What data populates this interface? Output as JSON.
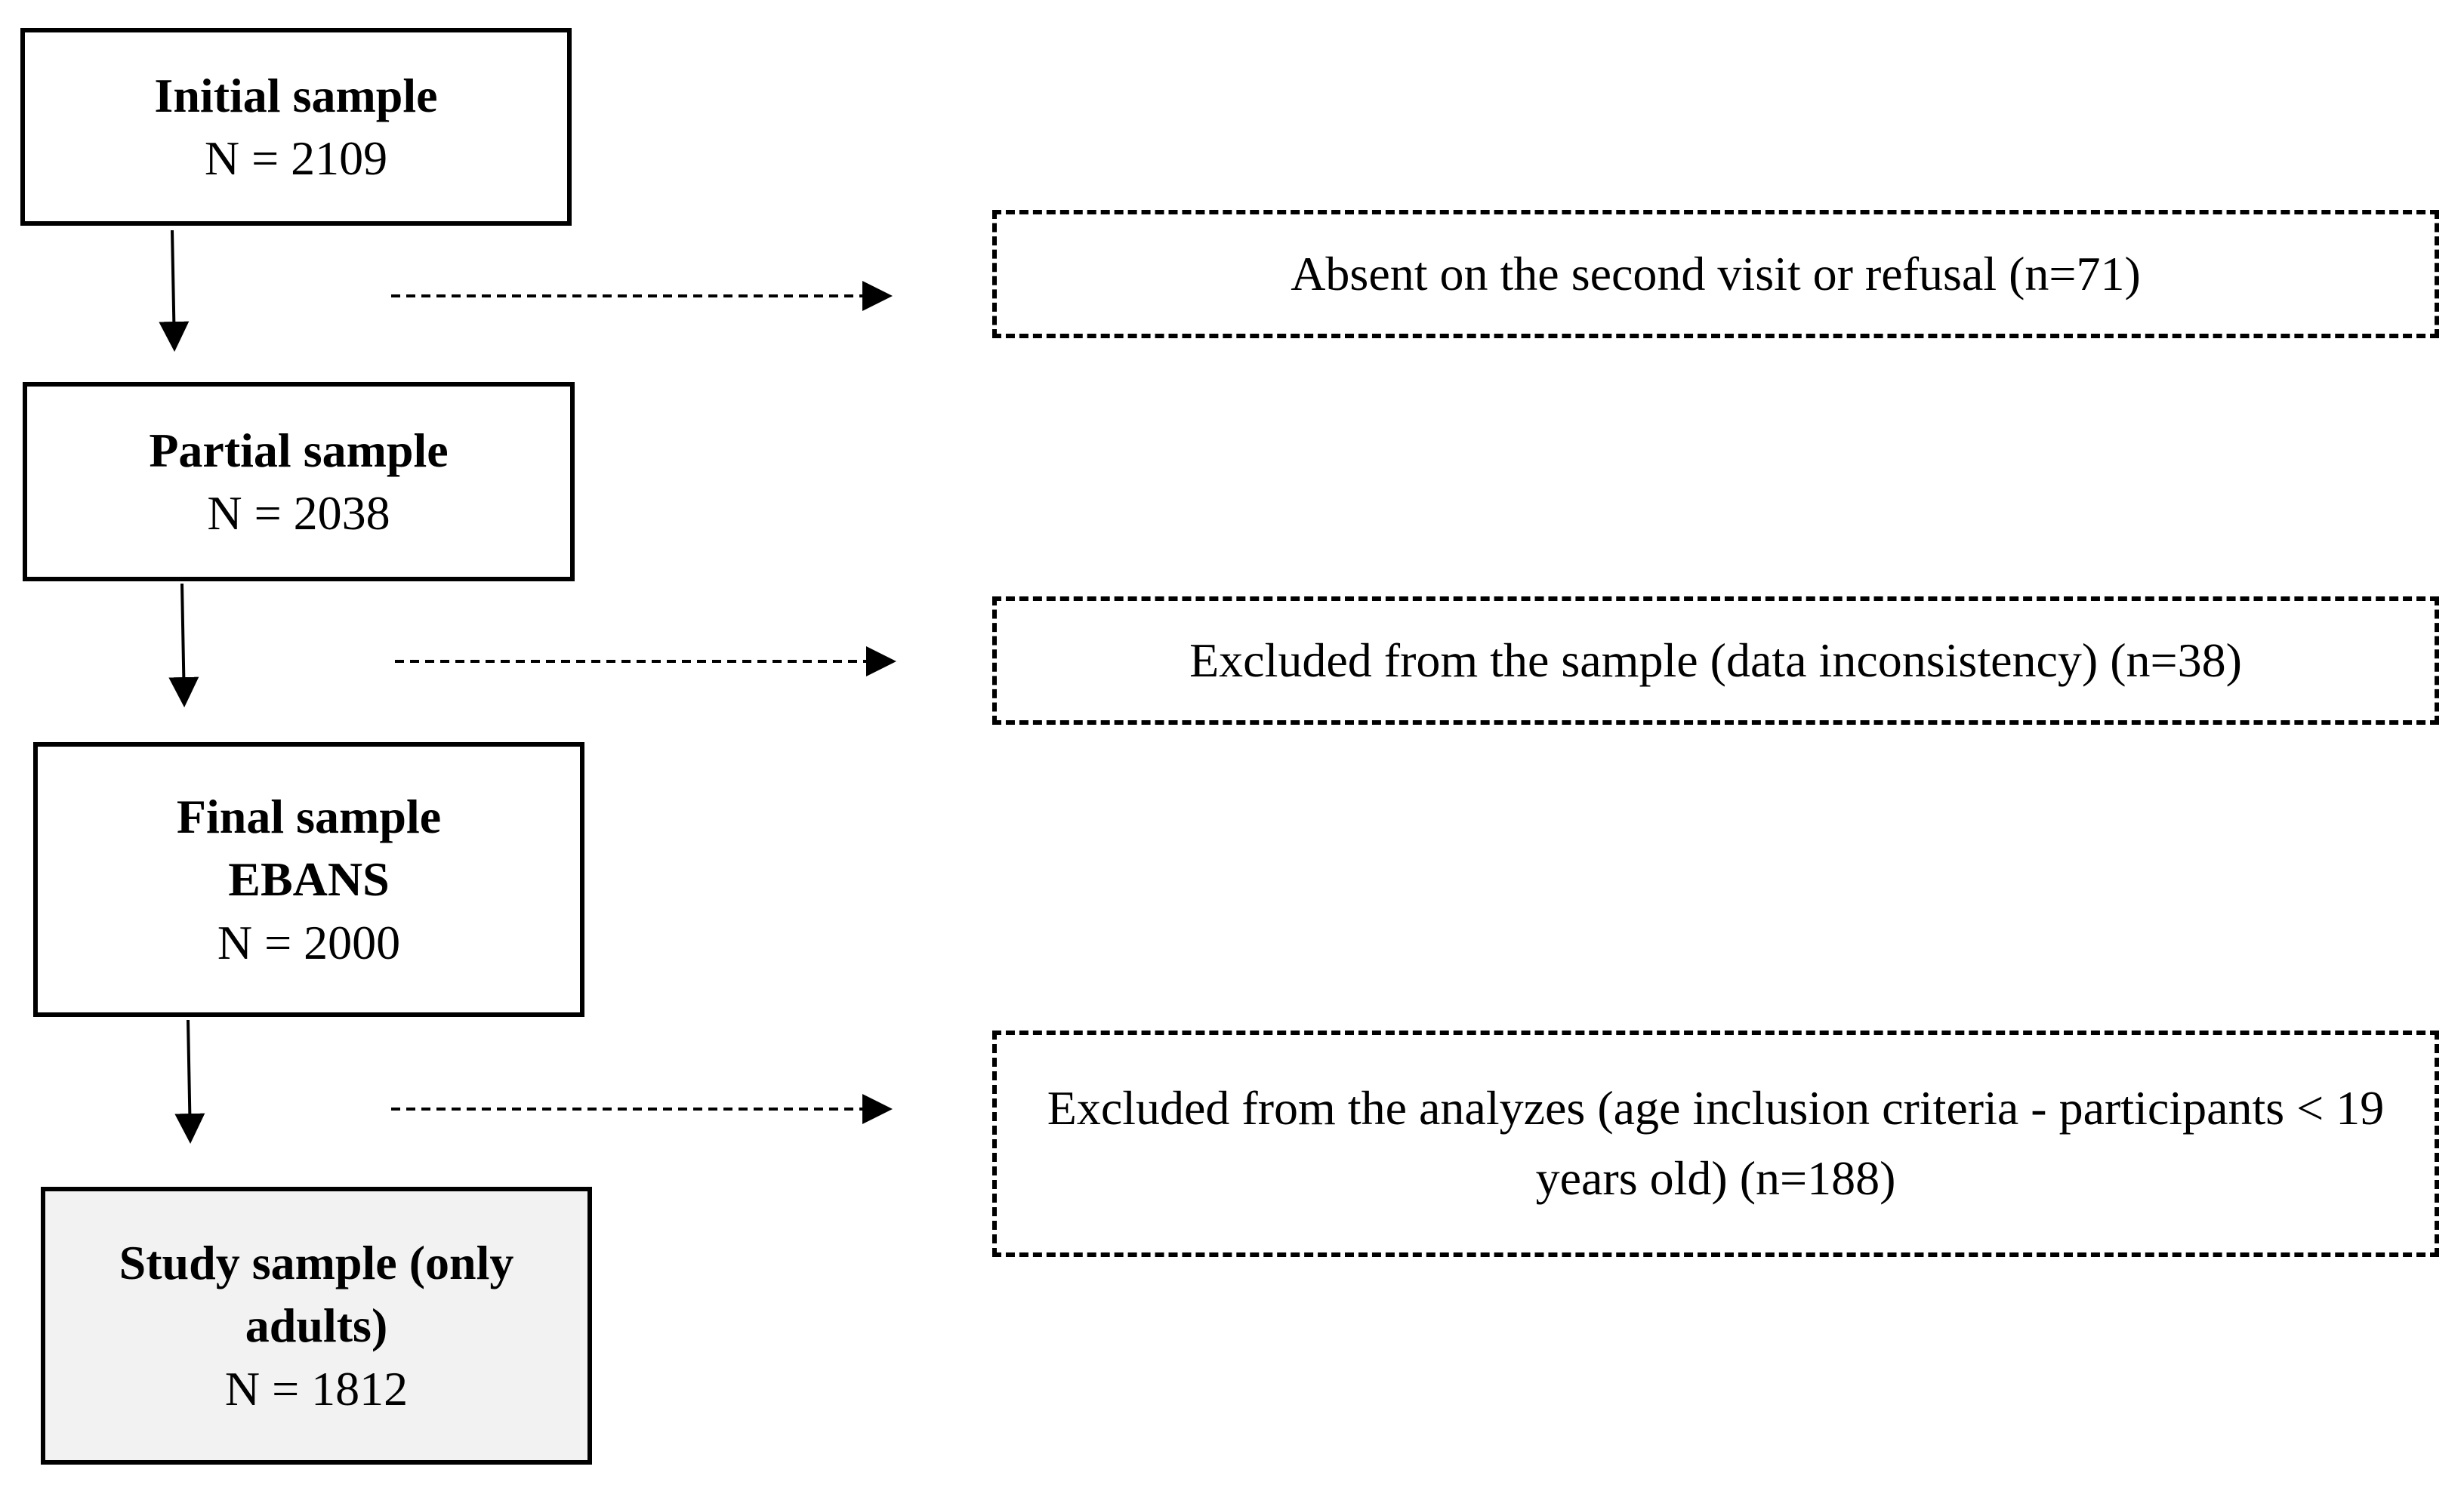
{
  "stages": [
    {
      "title": "Initial sample",
      "count": "N = 2109"
    },
    {
      "title": "Partial sample",
      "count": "N = 2038"
    },
    {
      "title": "Final sample\nEBANS",
      "count": "N = 2000"
    },
    {
      "title": "Study sample (only adults)",
      "count": "N = 1812"
    }
  ],
  "exclusions": [
    {
      "text": "Absent on the second visit or refusal (n=71)"
    },
    {
      "text": "Excluded from the sample (data inconsistency) (n=38)"
    },
    {
      "text": "Excluded from the analyzes (age inclusion criteria - participants < 19 years old) (n=188)"
    }
  ],
  "colors": {
    "line": "#000000",
    "final_box_fill": "#f2f2f2"
  }
}
